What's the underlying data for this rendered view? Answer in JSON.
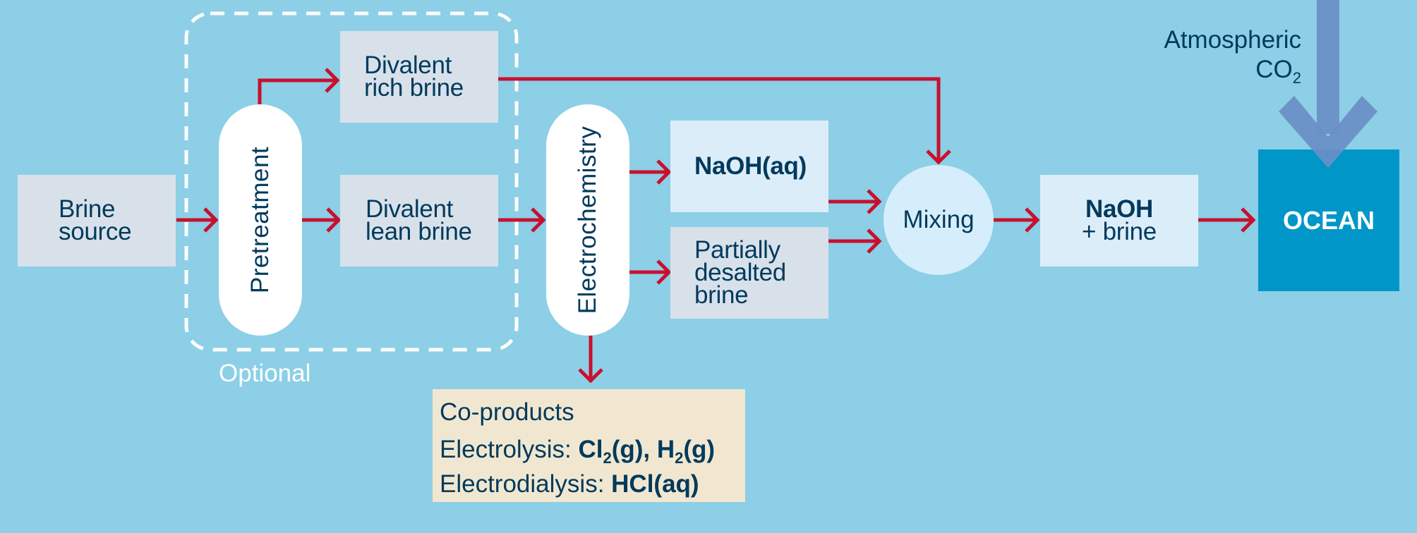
{
  "diagram": {
    "nodes": {
      "brine_source": [
        "Brine",
        "source"
      ],
      "pretreatment": "Pretreatment",
      "divalent_rich": [
        "Divalent",
        "rich brine"
      ],
      "divalent_lean": [
        "Divalent",
        "lean brine"
      ],
      "electrochemistry": "Electrochemistry",
      "naoh_aq": "NaOH(aq)",
      "partially_desalted": [
        "Partially",
        "desalted",
        "brine"
      ],
      "mixing": "Mixing",
      "naoh_brine": [
        "NaOH",
        "+ brine"
      ],
      "ocean": "OCEAN"
    },
    "optional_label": "Optional",
    "atmospheric": {
      "line1": "Atmospheric",
      "line2_main": "CO",
      "line2_sub": "2"
    },
    "coproducts": {
      "title": "Co-products",
      "electrolysis_label": "Electrolysis: ",
      "electrolysis_products": {
        "cl": "Cl",
        "cl_sub": "2",
        "cl_rest": "(g), ",
        "h": "H",
        "h_sub": "2",
        "h_rest": "(g)"
      },
      "electrodialysis_label": "Electrodialysis: ",
      "electrodialysis_product": "HCl(aq)"
    },
    "colors": {
      "background": "#8ccfe6",
      "arrow": "#c8102e",
      "text": "#003a5c",
      "ocean": "#0096c8",
      "co2_arrow": "#6a8fc6"
    }
  }
}
